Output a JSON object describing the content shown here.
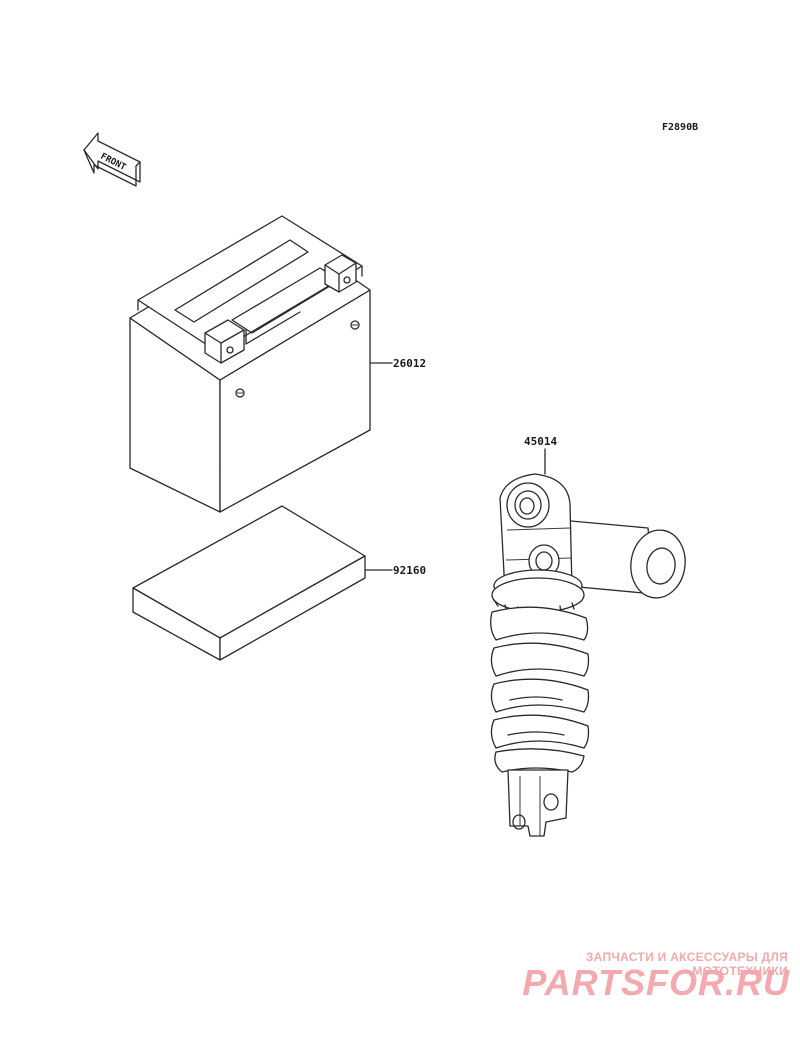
{
  "figure_code": "F2890B",
  "direction_label": "FRONT",
  "parts": [
    {
      "number": "26012"
    },
    {
      "number": "92160"
    },
    {
      "number": "45014"
    }
  ],
  "watermark": {
    "tagline": "ЗАПЧАСТИ И АКСЕССУАРЫ ДЛЯ МОТОТЕХНИКИ",
    "logo": "PARTSFOR.RU",
    "color": "#f3a9ad"
  }
}
